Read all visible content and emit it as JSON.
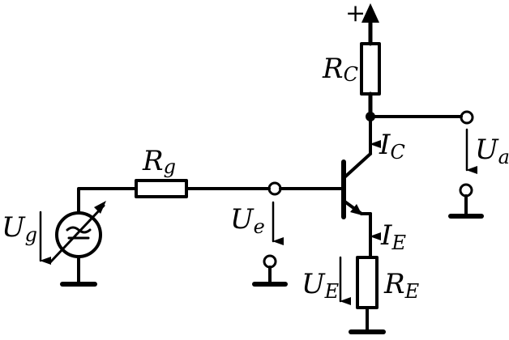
{
  "labels": {
    "supply_plus": "+",
    "rc_main": "R",
    "rc_sub": "C",
    "rg_main": "R",
    "rg_sub": "g",
    "ic_main": "I",
    "ic_sub": "C",
    "ua_main": "U",
    "ua_sub": "a",
    "ug_main": "U",
    "ug_sub": "g",
    "ue_main": "U",
    "ue_sub": "e",
    "ie_main": "I",
    "ie_sub": "E",
    "uE_main": "U",
    "uE_sub": "E",
    "re_main": "R",
    "re_sub": "E"
  },
  "colors": {
    "ink": "#000000",
    "background": "#ffffff"
  }
}
